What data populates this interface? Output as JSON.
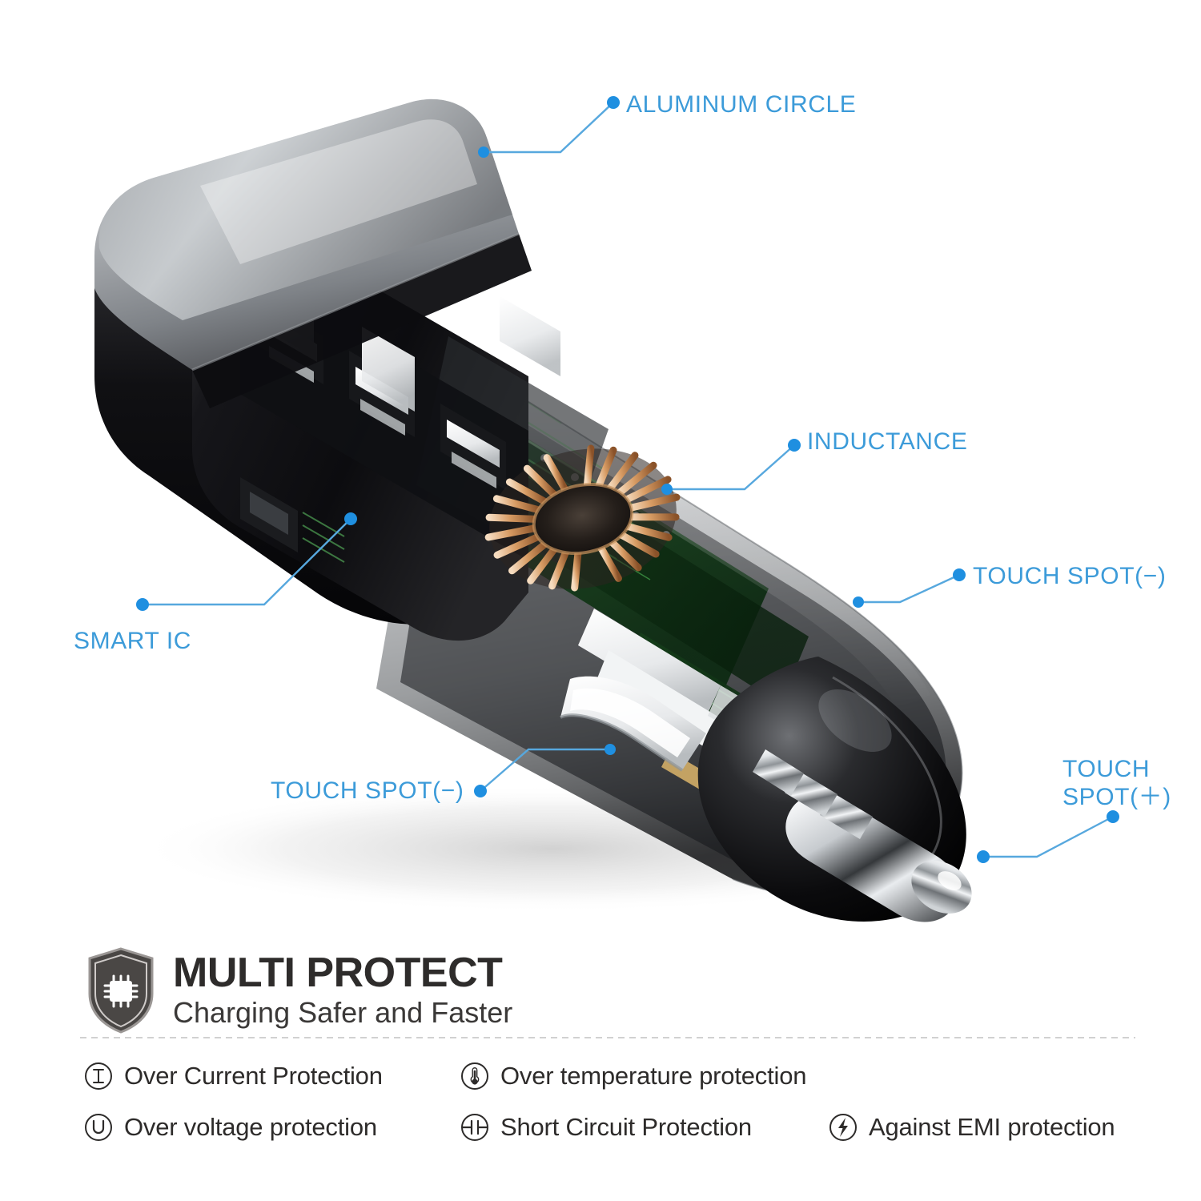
{
  "product": {
    "type": "usb-car-charger-cutaway",
    "description": "Cutaway illustration of a 3-port USB car charger showing internal circuit board"
  },
  "callouts": [
    {
      "id": "aluminum-circle",
      "label": "ALUMINUM CIRCLE"
    },
    {
      "id": "inductance",
      "label": "INDUCTANCE"
    },
    {
      "id": "touch-spot-neg-right",
      "label": "TOUCH SPOT(−)"
    },
    {
      "id": "touch-spot-pos",
      "label": "TOUCH\nSPOT(＋)"
    },
    {
      "id": "touch-spot-neg-left",
      "label": "TOUCH SPOT(−)"
    },
    {
      "id": "smart-ic",
      "label": "SMART IC"
    }
  ],
  "brand": {
    "title": "MULTI PROTECT",
    "subtitle": "Charging Safer and Faster",
    "shield_icon": "shield-chip-icon"
  },
  "features": [
    {
      "icon": "over-current-icon",
      "glyph": "I",
      "label": "Over Current Protection"
    },
    {
      "icon": "thermometer-icon",
      "glyph": "thermometer",
      "label": "Over temperature protection"
    },
    {
      "icon": "over-voltage-icon",
      "glyph": "U",
      "label": "Over voltage protection"
    },
    {
      "icon": "short-circuit-icon",
      "glyph": "capacitor",
      "label": "Short Circuit Protection"
    },
    {
      "icon": "emi-protection-icon",
      "glyph": "bolt",
      "label": "Against EMI protection"
    }
  ],
  "colors": {
    "callout_blue": "#3c9bd9",
    "callout_dot": "#1f8fe0",
    "brand_dark": "#2e2c2b",
    "body_black": "#1a1a1a",
    "aluminum": "#b9bcc0",
    "pcb_green": "#1d4a22",
    "trace_green": "#5fd463",
    "copper": "#d9a06a",
    "chrome": "#e8eaec",
    "divider_gray": "#c9c9c9"
  }
}
